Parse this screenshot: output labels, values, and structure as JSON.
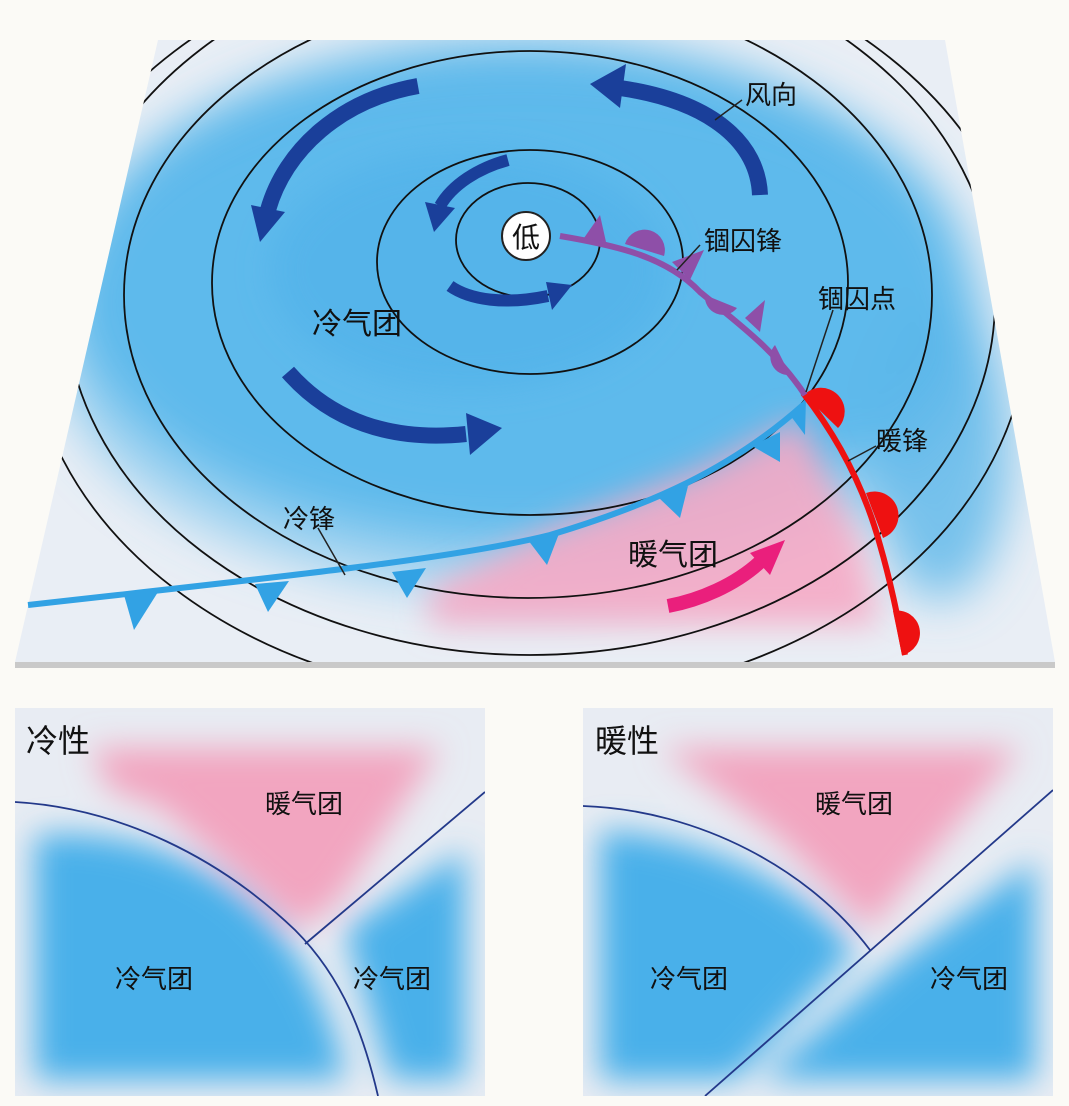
{
  "main_map": {
    "low_center_label": "低",
    "wind_direction_label": "风向",
    "occluded_front_label": "锢囚锋",
    "occlusion_point_label": "锢囚点",
    "warm_front_label": "暖锋",
    "cold_front_label": "冷锋",
    "cold_air_mass_label": "冷气团",
    "warm_air_mass_label": "暖气团",
    "colors": {
      "cold_air": "#4fb4ec",
      "warm_air": "#f6a9c4",
      "wind_arrow": "#1a3f9a",
      "warm_arrow": "#ea1f7c",
      "cold_front": "#32a2e4",
      "warm_front": "#ee1111",
      "occluded_front": "#8e4fa8"
    }
  },
  "cold_type_panel": {
    "title": "冷性",
    "warm_air_label": "暖气团",
    "cold_air_left_label": "冷气团",
    "cold_air_right_label": "冷气团"
  },
  "warm_type_panel": {
    "title": "暖性",
    "warm_air_label": "暖气团",
    "cold_air_left_label": "冷气团",
    "cold_air_right_label": "冷气团"
  }
}
